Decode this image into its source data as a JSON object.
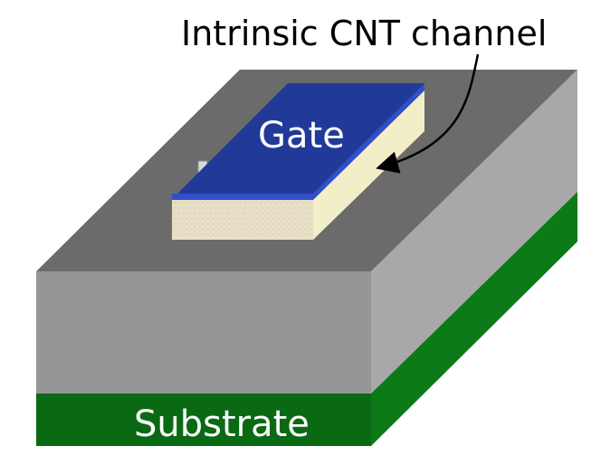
{
  "labels": {
    "channel": "Intrinsic CNT channel",
    "gate": "Gate",
    "substrate": "Substrate"
  },
  "colors": {
    "top_face": "#6b6b6b",
    "front_face": "#969696",
    "right_face": "#a8a8a8",
    "substrate_front": "#0a6a14",
    "substrate_side": "#0b7a17",
    "gate_top": "#213a9a",
    "gate_edge": "#3050c8",
    "dielectric": "#f2efc8",
    "dielectric_front": "#e6dfc5",
    "channel": "#8c8c8c",
    "arrow": "#000000",
    "label_dark": "#000000",
    "label_light": "#ffffff"
  },
  "icons": {
    "arrow": "curved-arrow"
  }
}
